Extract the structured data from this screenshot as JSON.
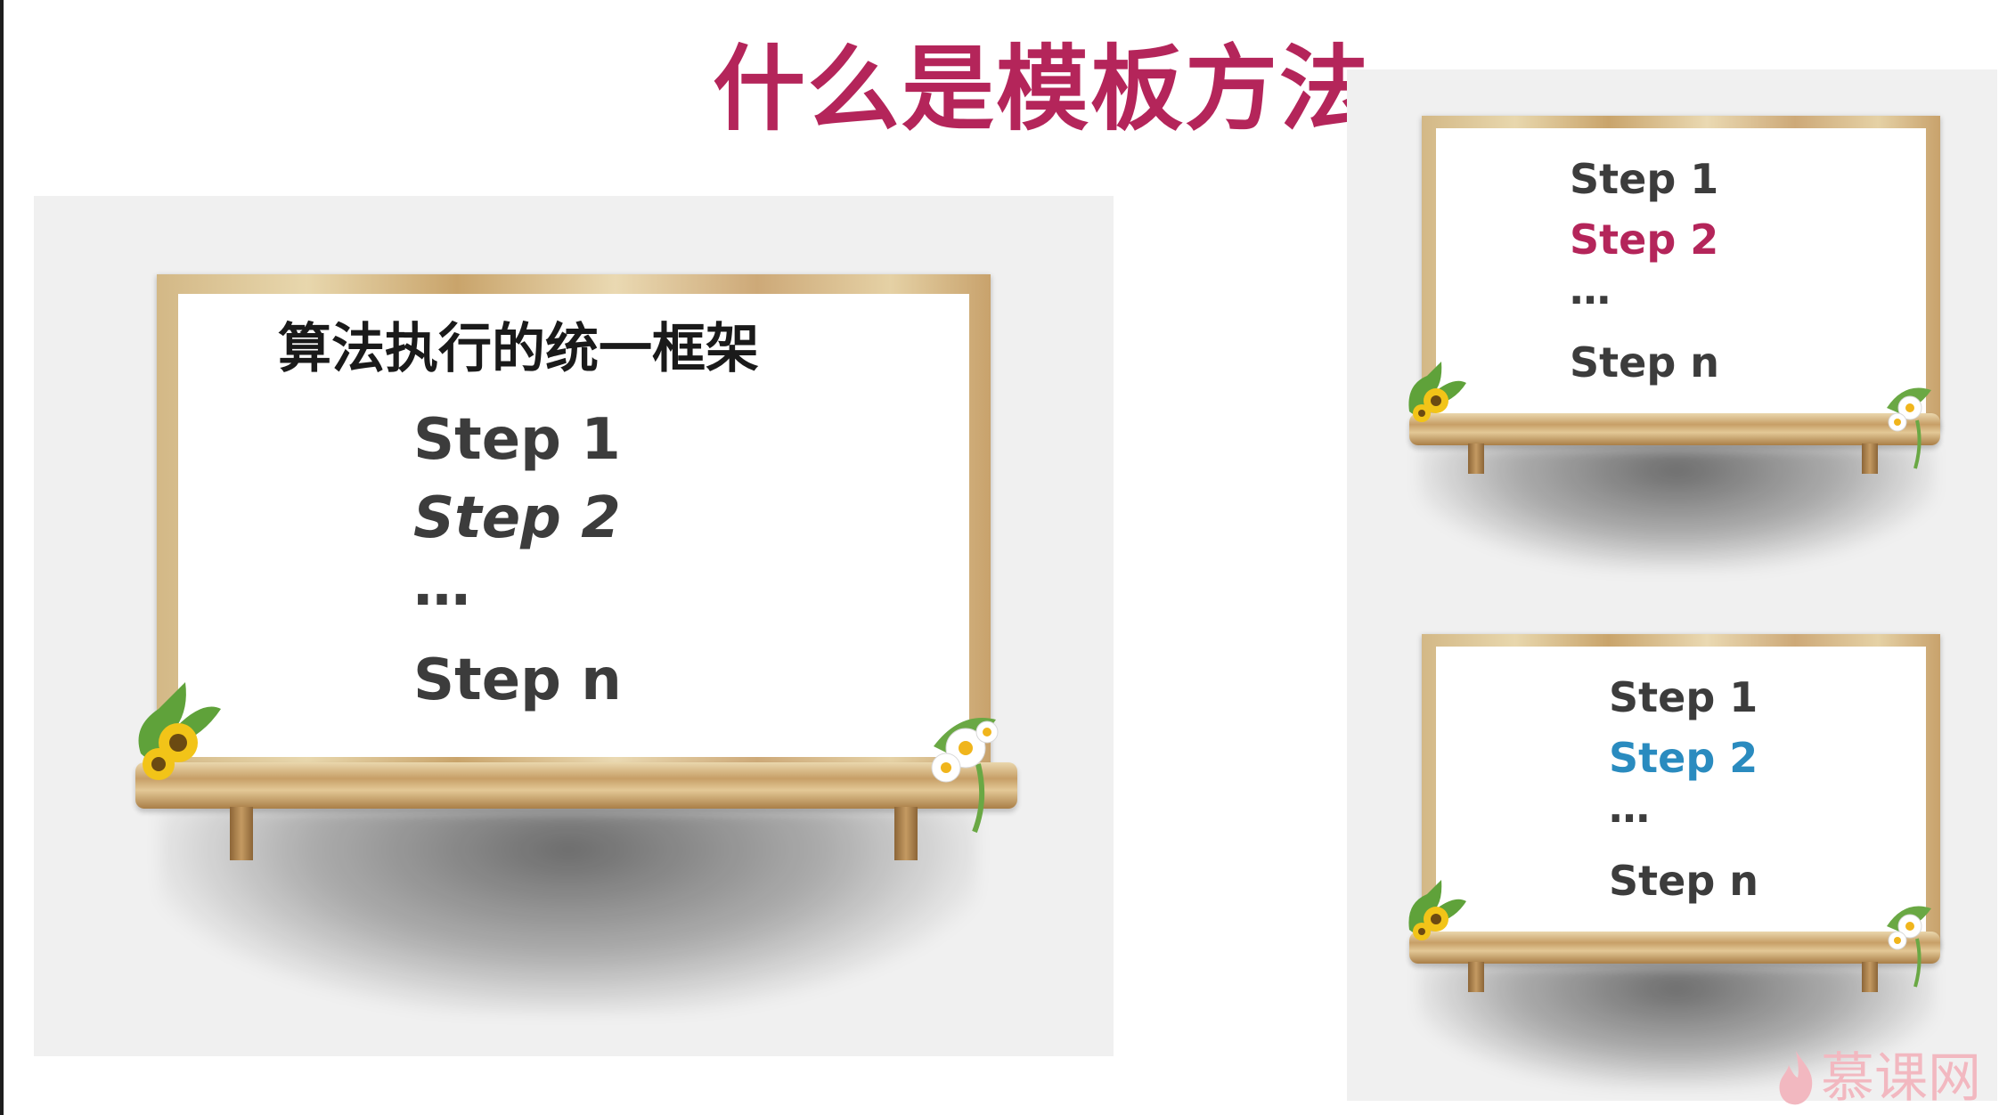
{
  "title": "什么是模板方法",
  "main_board": {
    "heading": "算法执行的统一框架",
    "step1": "Step 1",
    "step2": "Step 2",
    "ellipsis": "…",
    "stepn": "Step n"
  },
  "board_top": {
    "step1": "Step 1",
    "step2": "Step 2",
    "ellipsis": "…",
    "stepn": "Step n",
    "step2_color": "#b4255a"
  },
  "board_bottom": {
    "step1": "Step 1",
    "step2": "Step 2",
    "ellipsis": "…",
    "stepn": "Step n",
    "step2_color": "#2a8bbf"
  },
  "watermark": {
    "text": "慕课网",
    "icon": "flame-icon"
  },
  "colors": {
    "title": "#b4255a",
    "text": "#3c3c3c"
  }
}
